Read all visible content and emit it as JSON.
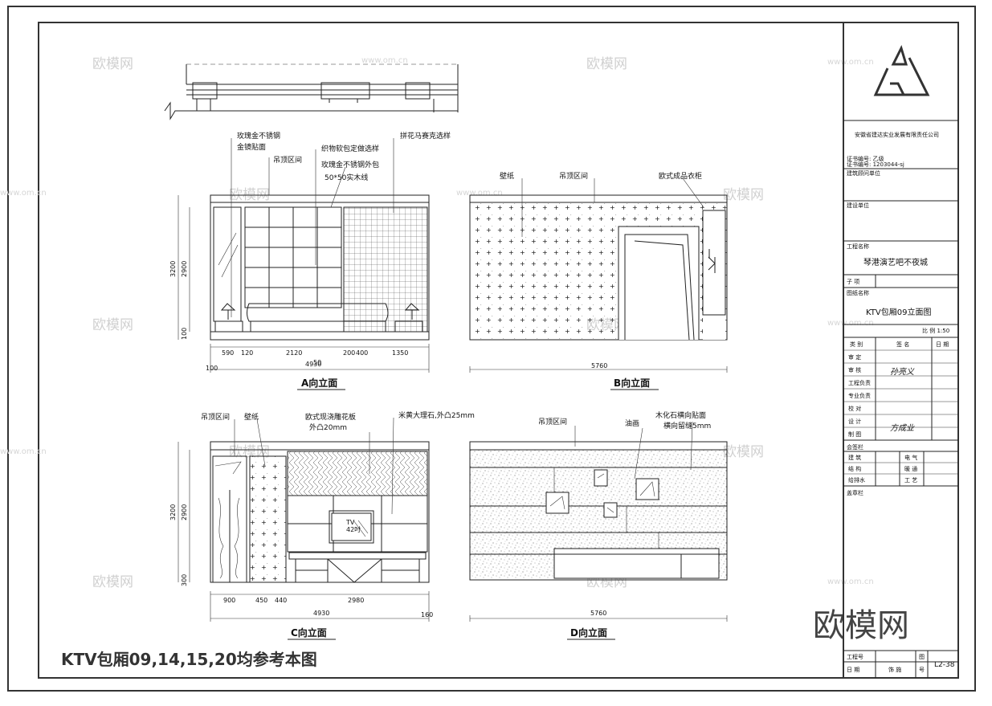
{
  "footer_note": "KTV包厢09,14,15,20均参考本图",
  "brand": "欧模网",
  "watermark_text": "欧模网",
  "watermark_url": "www.om.cn",
  "elevations": {
    "a": {
      "title": "A向立面",
      "labels": [
        "玫瑰金不锈钢",
        "金镜贴面",
        "吊顶区间",
        "织物软包定做选样",
        "玫瑰金不锈钢外包",
        "50*50实木线",
        "拼花马赛克选样"
      ],
      "dims_h": [
        "590",
        "120",
        "2120",
        "200",
        "400",
        "1350"
      ],
      "total": "4930",
      "sub": "50",
      "left_offset": "100",
      "dims_v": [
        "3200",
        "2900",
        "100"
      ]
    },
    "b": {
      "title": "B向立面",
      "labels": [
        "壁纸",
        "吊顶区间",
        "欧式成品衣柜"
      ],
      "total": "5760"
    },
    "c": {
      "title": "C向立面",
      "labels": [
        "吊顶区间",
        "壁纸",
        "欧式现浇雕花板",
        "外凸20mm",
        "米黄大理石,外凸25mm"
      ],
      "dims_h": [
        "900",
        "450",
        "440",
        "2980"
      ],
      "total": "4930",
      "right_offset": "160",
      "dims_v": [
        "3200",
        "2900",
        "300"
      ],
      "tv": "TV",
      "tv_sub": "42吋"
    },
    "d": {
      "title": "D向立面",
      "labels": [
        "吊顶区间",
        "油画",
        "木化石横向贴面",
        "横向留缝5mm"
      ],
      "total": "5760"
    }
  },
  "title_block": {
    "company": "安徽省建达实业发展有限责任公司",
    "cert_line1": "证书编号: 乙级",
    "cert_line2": "证书编号: 1203044-sj",
    "owner_label": "建筑顾问单位",
    "client_label": "建设单位",
    "project_label": "工程名称",
    "project_name": "琴港演艺吧不夜城",
    "sub_label": "子    项",
    "drawing_label": "图纸名称",
    "drawing_name": "KTV包厢09立面图",
    "scale": "比 例 1:50",
    "col_headers": [
      "类  别",
      "签  名",
      "日  期"
    ],
    "rows": [
      "审  定",
      "审  核",
      "工程负责",
      "专业负责",
      "校  对",
      "设  计",
      "制  图"
    ],
    "signature1": "孙亮义",
    "signature2": "方成业",
    "cosign_label": "会签栏",
    "cosign_rows": [
      [
        "建  筑",
        "电  气"
      ],
      [
        "结  构",
        "暖  通"
      ],
      [
        "给排水",
        "工  艺"
      ]
    ],
    "stamp_label": "盖章栏",
    "bottom": {
      "project_no_label": "工程号",
      "date_label": "日  期",
      "date_value": "饰  施",
      "sheet_label": "图",
      "no_label": "号",
      "sheet_no": "L2-38"
    }
  }
}
